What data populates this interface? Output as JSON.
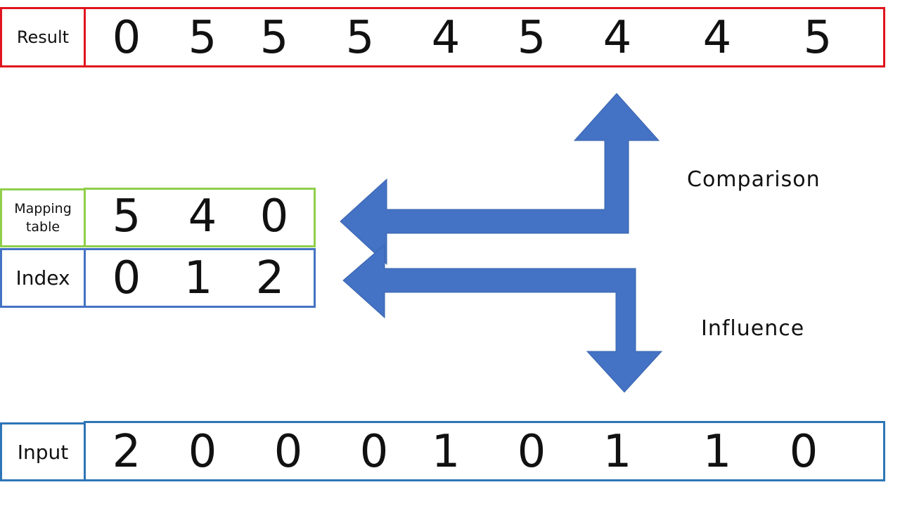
{
  "result": {
    "label": "Result",
    "values": [
      "0",
      "5",
      "5",
      "5",
      "4",
      "5",
      "4",
      "4",
      "5"
    ]
  },
  "mapping_table": {
    "label_line1": "Mapping",
    "label_line2": "table",
    "values": [
      "5",
      "4",
      "0"
    ]
  },
  "index": {
    "label": "Index",
    "values": [
      "0",
      "1",
      "2"
    ]
  },
  "input": {
    "label": "Input",
    "values": [
      "2",
      "0",
      "0",
      "0",
      "1",
      "0",
      "1",
      "1",
      "0"
    ]
  },
  "arrows": {
    "comparison_label": "Comparison",
    "influence_label": "Influence",
    "color": "#4472c4"
  },
  "colors": {
    "result_border": "#e0141e",
    "mapping_border": "#8fcf4a",
    "index_border": "#4472c4",
    "input_border": "#2e75b6"
  }
}
